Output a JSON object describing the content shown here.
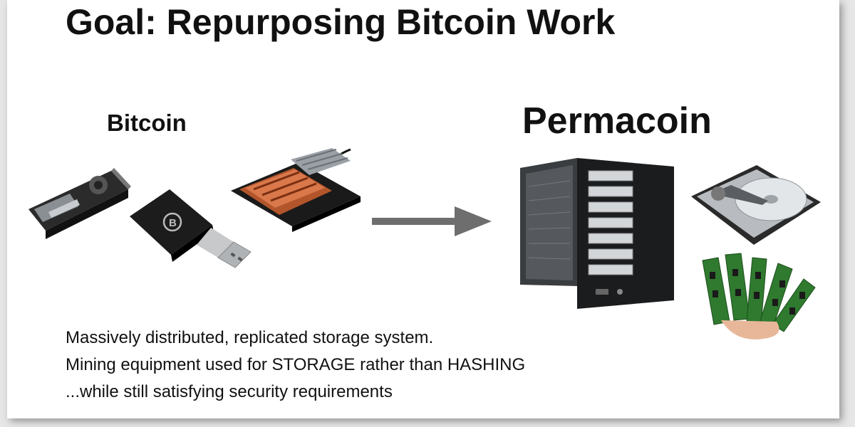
{
  "slide": {
    "title": "Goal: Repurposing Bitcoin Work",
    "left_label": "Bitcoin",
    "right_label": "Permacoin",
    "bullets": [
      "Massively distributed, replicated storage system.",
      "Mining equipment used for STORAGE rather than HASHING",
      "...while still satisfying security requirements"
    ]
  },
  "images": {
    "left": [
      "gpu-card-icon",
      "usb-asic-miner-icon",
      "asic-heatsink-board-icon"
    ],
    "right": [
      "storage-server-icon",
      "hard-drive-icon",
      "ram-modules-icon"
    ]
  },
  "colors": {
    "arrow": "#6e6e6e",
    "background": "#ffffff"
  }
}
